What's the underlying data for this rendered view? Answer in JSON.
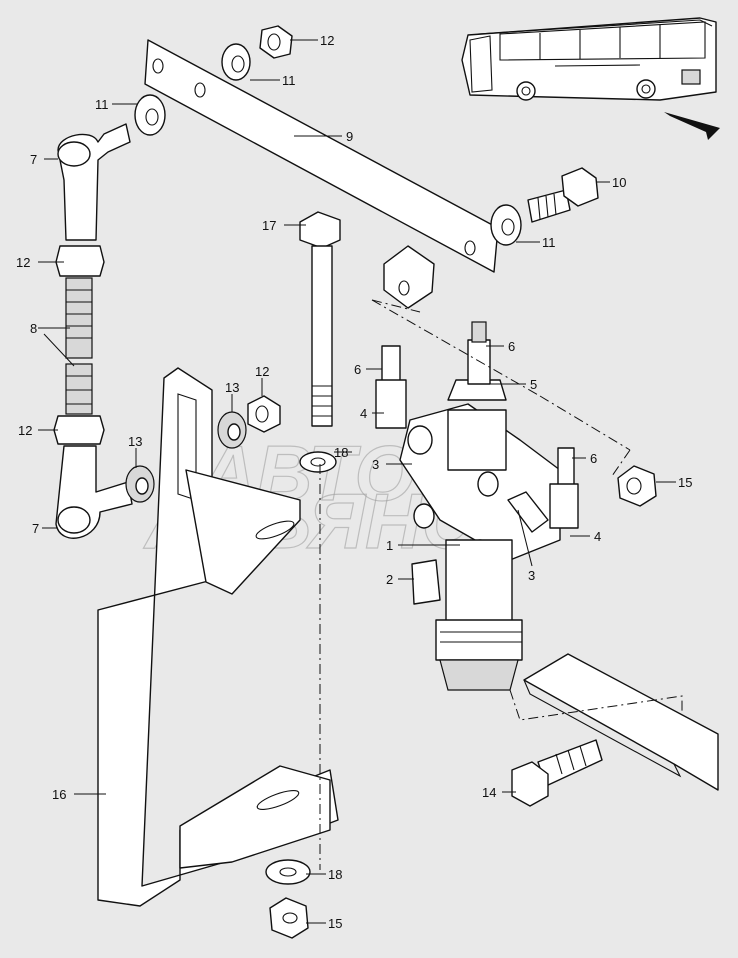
{
  "watermark": {
    "line1": "АВТО",
    "line2": "АЛЬЯНС"
  },
  "callouts": [
    "12",
    "11",
    "11",
    "9",
    "7",
    "10",
    "11",
    "17",
    "12",
    "8",
    "6",
    "5",
    "12",
    "13",
    "6",
    "4",
    "12",
    "13",
    "18",
    "3",
    "6",
    "15",
    "7",
    "1",
    "4",
    "3",
    "2",
    "14",
    "16",
    "18",
    "15"
  ]
}
